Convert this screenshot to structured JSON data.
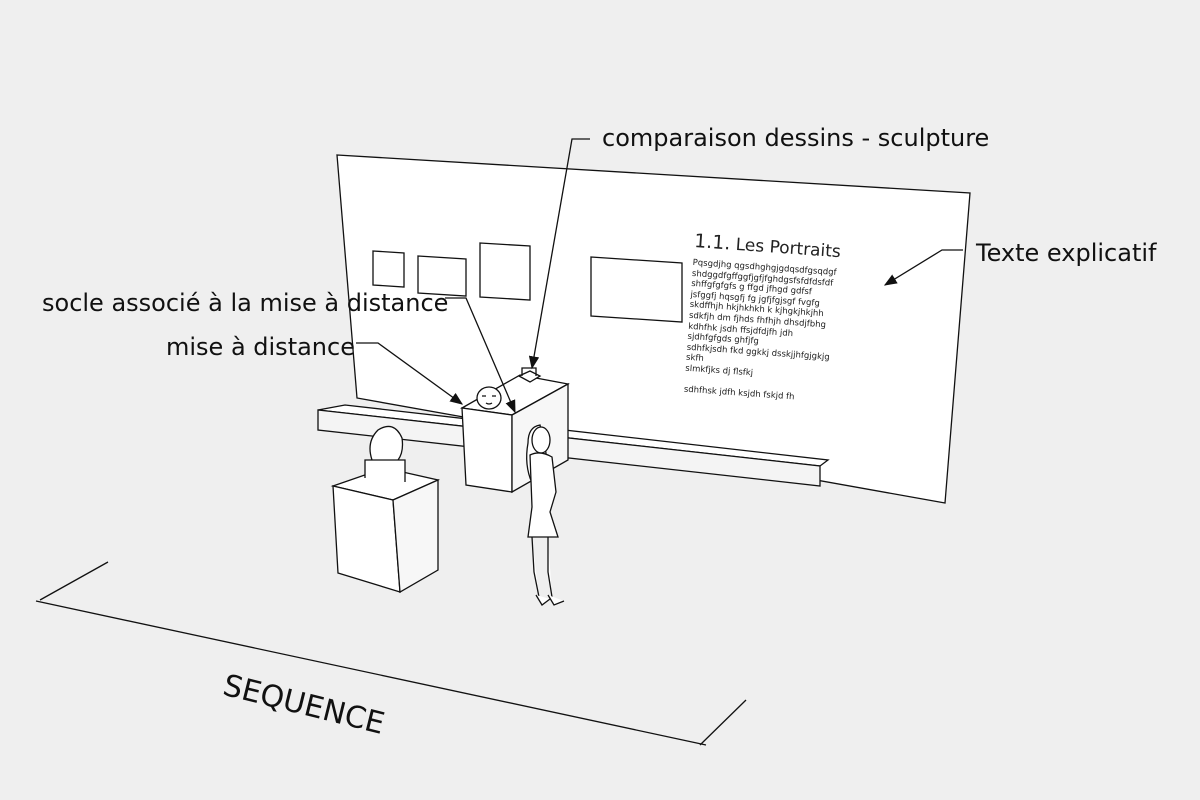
{
  "labels": {
    "comparison": "comparaison dessins - sculpture",
    "explanatory_text": "Texte explicatif",
    "socle": "socle associé à la mise à distance",
    "distance": "mise à distance",
    "sequence": "SEQUENCE"
  },
  "wall_panel": {
    "number": "1.1.",
    "title": "Les Portraits",
    "lines": [
      "Pqsgdjhg qgsdhghgjgdqsdfgsqdgf",
      "shdggdfgffggfjgfjfghdgsfsfdfdsfdf",
      "shffgfgfgfs g ffgd jfhgd gdfsf",
      "jsfggfj  hqsgfj fg  jgfjfgjsgf fvgfg",
      "skdffhjh  hkjhkhkh k kjhgkjhkjhh",
      "sdkfjh dm fjhds fhfhjh dhsdjfbhg",
      "kdhfhk jsdh ffsjdfdjfh jdh",
      "sjdhfgfgds ghfjfg",
      "sdhfkjsdh fkd ggkkj dsskjjhfgjgkjg",
      "skfh",
      "slmkfjks dj flsfkj"
    ],
    "footer": "sdhfhsk jdfh ksjdh fskjd fh"
  }
}
